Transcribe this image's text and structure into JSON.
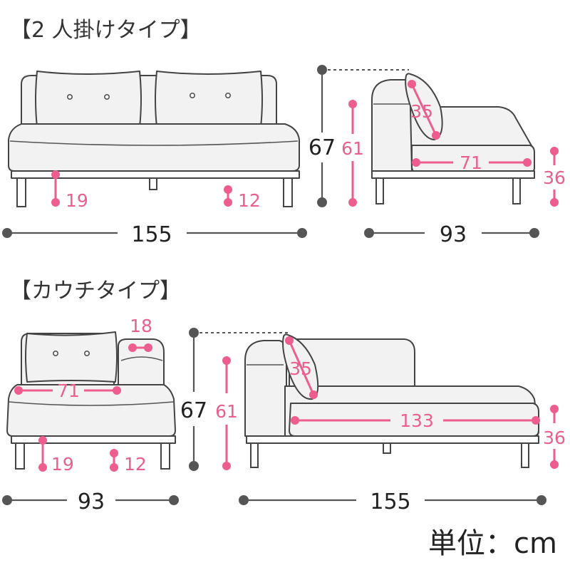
{
  "section1": {
    "title": "【2 人掛けタイプ】",
    "front": {
      "width": "155",
      "leg_height": "19",
      "clearance": "12"
    },
    "side": {
      "total_height": "67",
      "back_height": "61",
      "cushion": "35",
      "seat_depth": "71",
      "seat_height": "36",
      "depth": "93"
    }
  },
  "section2": {
    "title": "【カウチタイプ】",
    "front": {
      "arm_width": "18",
      "seat_width": "71",
      "leg_height": "19",
      "clearance": "12",
      "width": "93"
    },
    "side": {
      "total_height": "67",
      "back_height": "61",
      "cushion": "35",
      "seat_length": "133",
      "seat_height": "36",
      "width": "155"
    }
  },
  "unit_label": "単位：cm",
  "colors": {
    "outline": "#444444",
    "fabric": "#f2f2f2",
    "dimension_dark": "#555555",
    "dimension_pink": "#ee5d8f"
  }
}
